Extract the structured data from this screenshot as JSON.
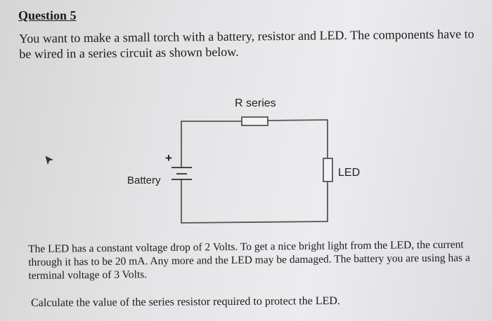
{
  "question": {
    "title": "Question 5",
    "intro": "You want to make a small torch with a battery, resistor and LED. The components have to be wired in a series circuit as shown below.",
    "body": "The LED has a constant voltage drop of 2 Volts. To get a nice bright light from the LED, the current through it has to be 20 mA. Any more and the LED may be damaged. The battery you are using has a terminal voltage of 3 Volts.",
    "task": "Calculate the value of the series resistor required to protect the LED."
  },
  "circuit": {
    "resistor_label": "R series",
    "battery_label": "Battery",
    "polarity_plus": "+",
    "led_label": "LED"
  },
  "icons": {
    "cursor": "mouse-pointer-icon"
  }
}
